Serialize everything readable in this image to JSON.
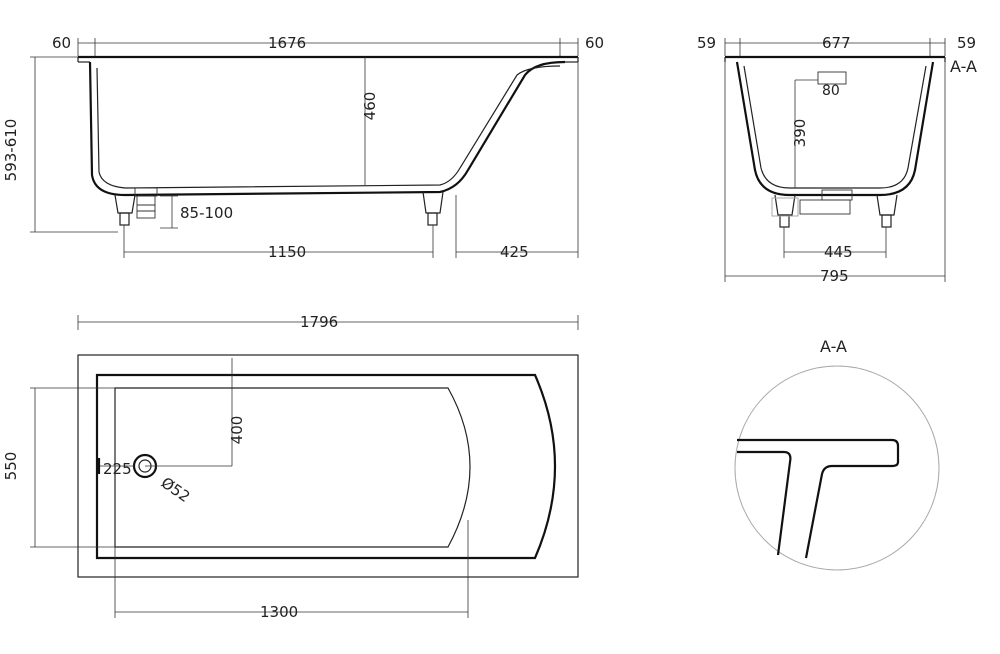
{
  "side_view": {
    "top_left_offset": "60",
    "top_length": "1676",
    "top_right_offset": "60",
    "depth": "460",
    "total_height": "593-610",
    "drain_height": "85-100",
    "legs_spacing": "1150",
    "right_leg_offset": "425"
  },
  "end_view": {
    "left_offset": "59",
    "top_width": "677",
    "right_offset": "59",
    "section_label": "A-A",
    "overflow_width": "80",
    "overflow_height": "390",
    "legs_spacing": "445",
    "total_width": "795"
  },
  "plan_view": {
    "total_length": "1796",
    "total_width": "550",
    "drain_offset_y": "400",
    "drain_offset_x": "225",
    "drain_diameter": "Ø52",
    "inner_length": "1300"
  },
  "detail": {
    "section_label": "A-A"
  }
}
